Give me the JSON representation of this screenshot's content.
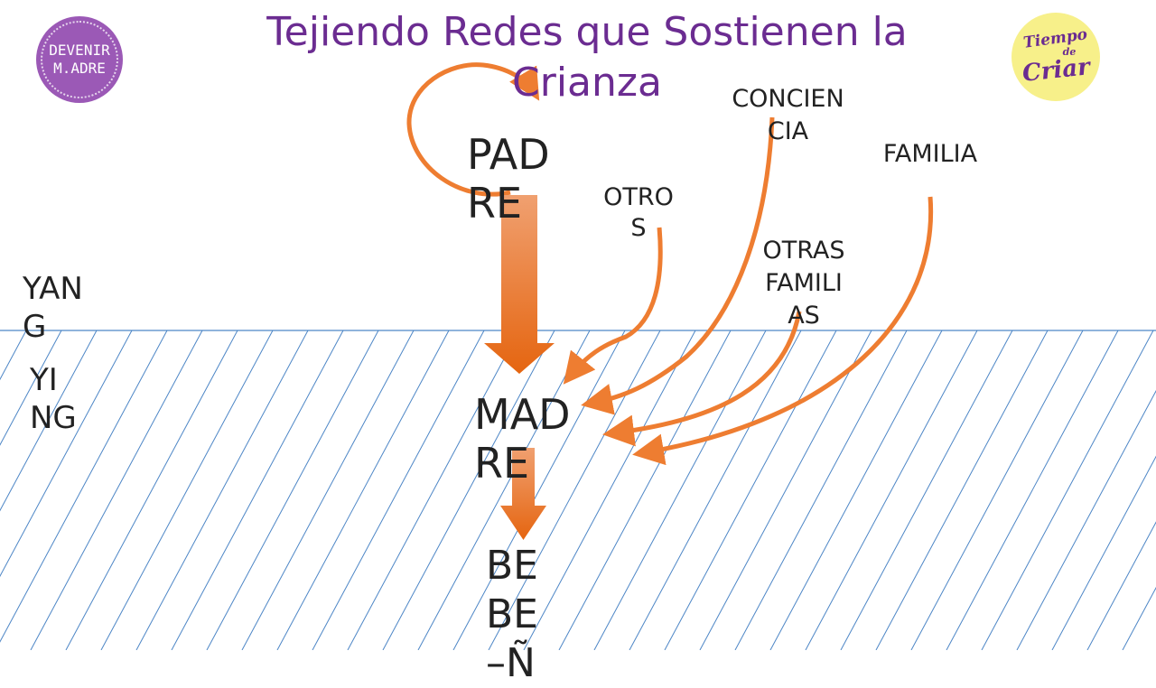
{
  "title": "Tejiendo Redes que Sostienen la\nCrianza",
  "logos": {
    "left": "DEVENIR\nM.ADRE",
    "right": {
      "line1": "Tiempo",
      "line2": "de",
      "line3": "Criar"
    }
  },
  "nodes": {
    "padre": "PAD\nRE",
    "madre": "MAD\nRE",
    "bebe": "BE\nBE\n–Ñ",
    "otros": "OTRO\nS",
    "conciencia": "CONCIEN\nCIA",
    "familia": "FAMILIA",
    "otras_familias": "OTRAS\nFAMILI\nAS",
    "yang": "YAN\nG",
    "ying": "YI\nNG"
  },
  "colors": {
    "title": "#6b2c91",
    "arrow": "#ee7d31",
    "arrow_light": "#f0a070",
    "arrow_dark": "#e56510",
    "hatch": "#4d86c6",
    "text": "#222222"
  }
}
